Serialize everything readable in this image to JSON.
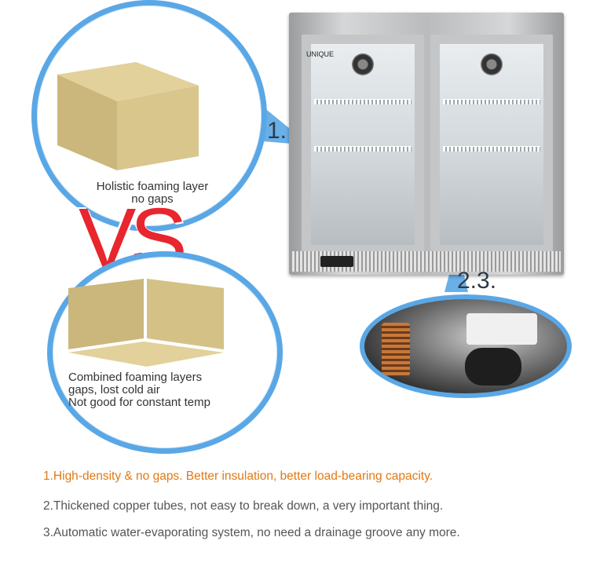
{
  "left_panel": {
    "top_caption_line1": "Holistic foaming layer",
    "top_caption_line2": "no gaps",
    "vs_text": "VS",
    "bottom_caption_line1": "Combined foaming layers",
    "bottom_caption_line2": "gaps, lost cold air",
    "bottom_caption_line3": "Not good for constant temp"
  },
  "fridge": {
    "brand_text": "UNIQUE",
    "callout_1": "1.",
    "callout_23": "2.3."
  },
  "features": [
    "1.High-density & no gaps. Better insulation, better load-bearing capacity.",
    "2.Thickened copper tubes, not easy to break down, a very important thing.",
    "3.Automatic water-evaporating system, no need a drainage groove any more."
  ],
  "colors": {
    "accent_blue": "#5aa7e6",
    "vs_red": "#e9252d",
    "highlight_orange": "#e07914"
  }
}
